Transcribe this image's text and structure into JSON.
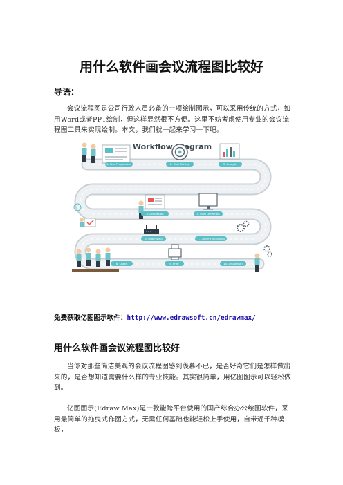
{
  "title": "用什么软件画会议流程图比较好",
  "lead_heading": "导语：",
  "intro": "会议流程图是公司行政人员必备的一项绘制图示，可以采用传统的方式，如用Word或者PPT绘制，但这样显然很不方便。这里不妨考虑使用专业的会议流程图工具来实现绘制。本文，我们就一起来学习一下吧。",
  "figure": {
    "heading": "Workflow Diagram",
    "steps": [
      "1. Idea Preparation",
      "2. Goal Setting",
      "3. Analysis",
      "4. Discussion",
      "5. Goal Definition",
      "6. Organizing",
      "7. Content Analysing",
      "8. Check",
      "9. Print",
      "10. Discussion"
    ],
    "colors": {
      "road": "#e6eaed",
      "road_edge": "#c9d0d5",
      "accent": "#5bbfc7",
      "shirt": "#6fc3c9",
      "pants": "#2f3a44"
    }
  },
  "download": {
    "label": "免费获取亿图图示软件：",
    "url": "http://www.edrawsoft.cn/edrawmax/"
  },
  "section_heading": "用什么软件画会议流程图比较好",
  "para2": "当你对那些简洁美观的会议流程图感到羡慕不已，是否好奇它们是怎样做出来的，是否想知道需要什么样的专业技能。其实很简单，用亿图图示可以轻松做到。",
  "para3": "亿图图示(Edraw Max)是一款能跨平台使用的国产综合办公绘图软件，采用最简单的拖曳式作图方式，无需任何基础也能轻松上手使用，自带近千种模板，"
}
